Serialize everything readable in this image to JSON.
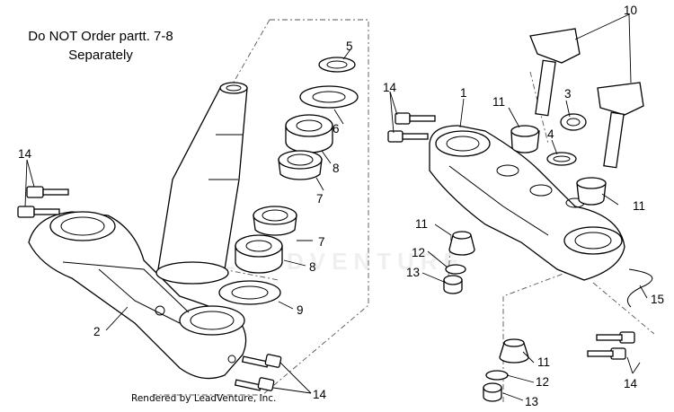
{
  "note": {
    "line1": "Do NOT Order partt. 7-8",
    "line2": "Separately"
  },
  "watermark": "LEADVENTURE",
  "footer": "Rendered by LeadVenture, Inc.",
  "callouts": {
    "c1": "1",
    "c2": "2",
    "c3": "3",
    "c4": "4",
    "c5": "5",
    "c6": "6",
    "c7a": "7",
    "c7b": "7",
    "c8a": "8",
    "c8b": "8",
    "c9": "9",
    "c10": "10",
    "c11a": "11",
    "c11b": "11",
    "c11c": "11",
    "c11d": "11",
    "c12a": "12",
    "c12b": "12",
    "c13a": "13",
    "c13b": "13",
    "c14a": "14",
    "c14b": "14",
    "c14c": "14",
    "c14d": "14",
    "c15": "15"
  }
}
